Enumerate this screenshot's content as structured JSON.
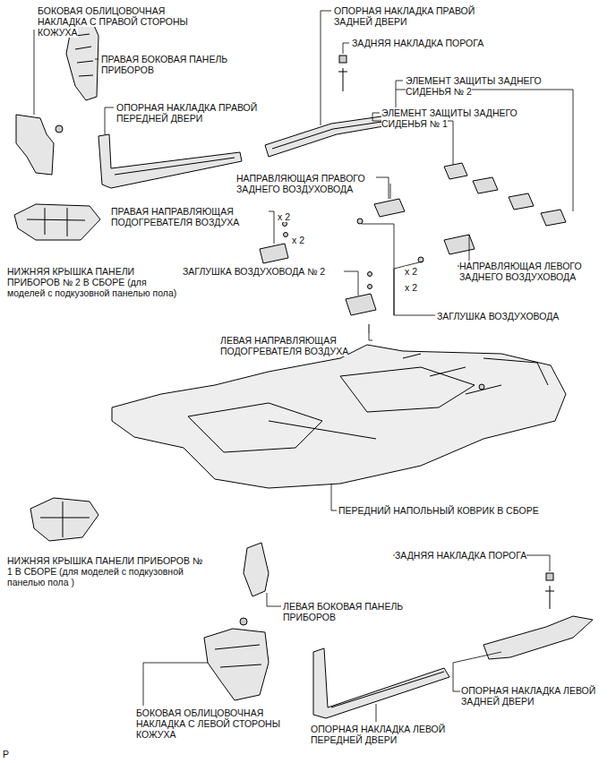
{
  "diagram": {
    "labels": [
      "БОКОВАЯ ОБЛИЦОВОЧНАЯ НАКЛАДКА С ПРАВОЙ СТОРОНЫ КОЖУХА",
      "ПРАВАЯ БОКОВАЯ ПАНЕЛЬ ПРИБОРОВ",
      "ОПОРНАЯ НАКЛАДКА ПРАВОЙ ПЕРЕДНЕЙ ДВЕРИ",
      "ОПОРНАЯ НАКЛАДКА ПРАВОЙ ЗАДНЕЙ ДВЕРИ",
      "ЗАДНЯЯ НАКЛАДКА ПОРОГА",
      "ЭЛЕМЕНТ ЗАЩИТЫ ЗАДНЕГО СИДЕНЬЯ № 2",
      "ЭЛЕМЕНТ ЗАЩИТЫ ЗАДНЕГО СИДЕНЬЯ № 1",
      "НАПРАВЛЯЮЩАЯ ПРАВОГО ЗАДНЕГО ВОЗДУХОВОДА",
      "ПРАВАЯ НАПРАВЛЯЮЩАЯ ПОДОГРЕВАТЕЛЯ ВОЗДУХА",
      "x 2",
      "x 2",
      "x 2",
      "x 2",
      "НИЖНЯЯ КРЫШКА ПАНЕЛИ ПРИБОРОВ № 2 В СБОРЕ (для моделей с подкузовной панелью пола)",
      "ЗАГЛУШКА ВОЗДУХОВОДА № 2",
      "НАПРАВЛЯЮЩАЯ ЛЕВОГО ЗАДНЕГО ВОЗДУХОВОДА",
      "ЗАГЛУШКА ВОЗДУХОВОДА",
      "ЛЕВАЯ НАПРАВЛЯЮЩАЯ ПОДОГРЕВАТЕЛЯ ВОЗДУХА",
      "ПЕРЕДНИЙ НАПОЛЬНЫЙ КОВРИК В СБОРЕ",
      "НИЖНЯЯ КРЫШКА ПАНЕЛИ ПРИБОРОВ № 1 В СБОРЕ (для моделей с подкузовной панелью пола )",
      "ЗАДНЯЯ НАКЛАДКА ПОРОГА",
      "ЛЕВАЯ БОКОВАЯ ПАНЕЛЬ ПРИБОРОВ",
      "БОКОВАЯ ОБЛИЦОВОЧНАЯ НАКЛАДКА С ЛЕВОЙ СТОРОНЫ КОЖУХА",
      "ОПОРНАЯ НАКЛАДКА ЛЕВОЙ ЗАДНЕЙ ДВЕРИ",
      "ОПОРНАЯ НАКЛАДКА ЛЕВОЙ ПЕРЕДНЕЙ ДВЕРИ",
      "P"
    ]
  }
}
